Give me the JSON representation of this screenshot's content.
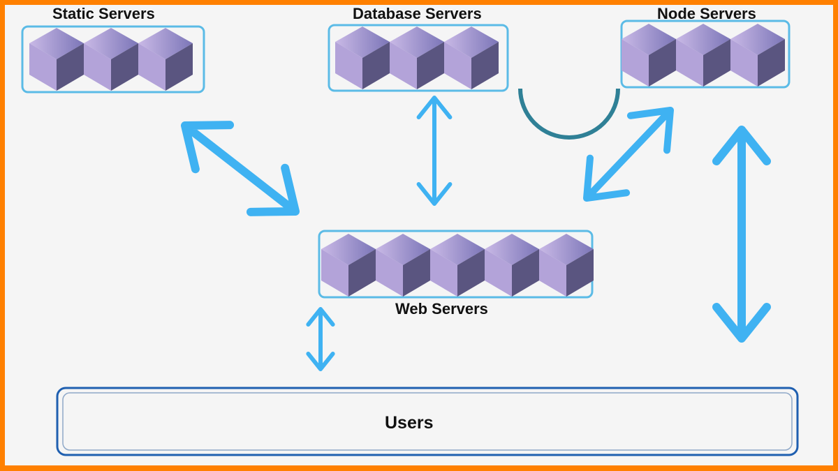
{
  "groups": {
    "static": {
      "label": "Static Servers",
      "cubes": 3
    },
    "database": {
      "label": "Database Servers",
      "cubes": 3
    },
    "node": {
      "label": "Node Servers",
      "cubes": 3
    },
    "web": {
      "label": "Web Servers",
      "cubes": 5
    }
  },
  "users": {
    "label": "Users"
  },
  "colors": {
    "frame": "#ff8000",
    "arrow": "#3fb2f2",
    "container": "#5bbbe6",
    "arc": "#2f8096",
    "users_border": "#1f5fb0",
    "cube_left": "#b3a3d9",
    "cube_right": "#5a5580"
  }
}
